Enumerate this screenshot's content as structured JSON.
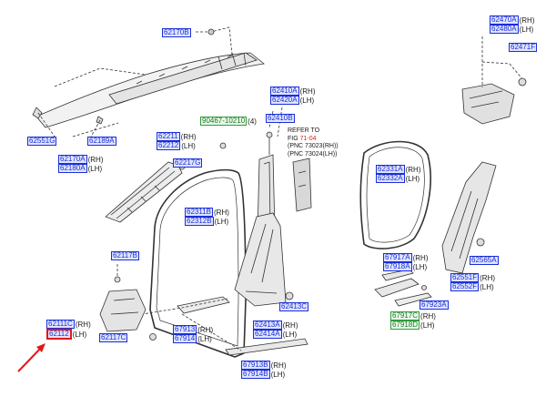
{
  "diagram": {
    "callouts": {
      "p62170b": {
        "pn": "62170B",
        "sfx": ""
      },
      "p62551g": {
        "pn": "62551G",
        "sfx": ""
      },
      "p62189a": {
        "pn": "62189A",
        "sfx": ""
      },
      "p62170a": {
        "pn": "62170A",
        "sfx": "(RH)"
      },
      "p62180a": {
        "pn": "62180A",
        "sfx": "(LH)"
      },
      "p90467": {
        "pn": "90467-10210",
        "sfx": "(4)"
      },
      "p62211": {
        "pn": "62211",
        "sfx": "(RH)"
      },
      "p62212": {
        "pn": "62212",
        "sfx": "(LH)"
      },
      "p62217g": {
        "pn": "62217G",
        "sfx": ""
      },
      "p62311b": {
        "pn": "62311B",
        "sfx": "(RH)"
      },
      "p62312b": {
        "pn": "62312B",
        "sfx": "(LH)"
      },
      "p62410a": {
        "pn": "62410A",
        "sfx": "(RH)"
      },
      "p62420a": {
        "pn": "62420A",
        "sfx": "(LH)"
      },
      "p62410b": {
        "pn": "62410B",
        "sfx": ""
      },
      "p62117b": {
        "pn": "62117B",
        "sfx": ""
      },
      "p62111c": {
        "pn": "62111C",
        "sfx": "(RH)"
      },
      "p62112": {
        "pn": "62112",
        "sfx": "(LH)"
      },
      "p62117c": {
        "pn": "62117C",
        "sfx": ""
      },
      "p67913": {
        "pn": "67913",
        "sfx": "(RH)"
      },
      "p67914": {
        "pn": "67914",
        "sfx": "(LH)"
      },
      "p62413c": {
        "pn": "62413C",
        "sfx": ""
      },
      "p62413a": {
        "pn": "62413A",
        "sfx": "(RH)"
      },
      "p62414a": {
        "pn": "62414A",
        "sfx": "(LH)"
      },
      "p67913b": {
        "pn": "67913B",
        "sfx": "(RH)"
      },
      "p67914b": {
        "pn": "67914B",
        "sfx": "(LH)"
      },
      "p62331a": {
        "pn": "62331A",
        "sfx": "(RH)"
      },
      "p62332a": {
        "pn": "62332A",
        "sfx": "(LH)"
      },
      "p67917a": {
        "pn": "67917A",
        "sfx": "(RH)"
      },
      "p67918a": {
        "pn": "67918A",
        "sfx": "(LH)"
      },
      "p67923a": {
        "pn": "67923A",
        "sfx": ""
      },
      "p67917c": {
        "pn": "67917C",
        "sfx": "(RH)"
      },
      "p67918d": {
        "pn": "67918D",
        "sfx": "(LH)"
      },
      "p62470a": {
        "pn": "62470A",
        "sfx": "(RH)"
      },
      "p62480a": {
        "pn": "62480A",
        "sfx": "(LH)"
      },
      "p62471f": {
        "pn": "62471F",
        "sfx": ""
      },
      "p62565a": {
        "pn": "62565A",
        "sfx": ""
      },
      "p62551f": {
        "pn": "62551F",
        "sfx": "(RH)"
      },
      "p62552f": {
        "pn": "62552F",
        "sfx": "(LH)"
      }
    },
    "refer_note": {
      "line1": "REFER TO",
      "line2_prefix": "FIG ",
      "line2_ref": "71-04",
      "line3": "(PNC 73023(RH))",
      "line4": "(PNC 73024(LH))"
    },
    "colors": {
      "callout_border": "#1b2fd8",
      "callout_fill": "#dfe4ff",
      "green_callout": "#2f9e3a",
      "highlight": "#e0181a",
      "arrow": "#e0181a",
      "line_art": "#333333"
    }
  }
}
